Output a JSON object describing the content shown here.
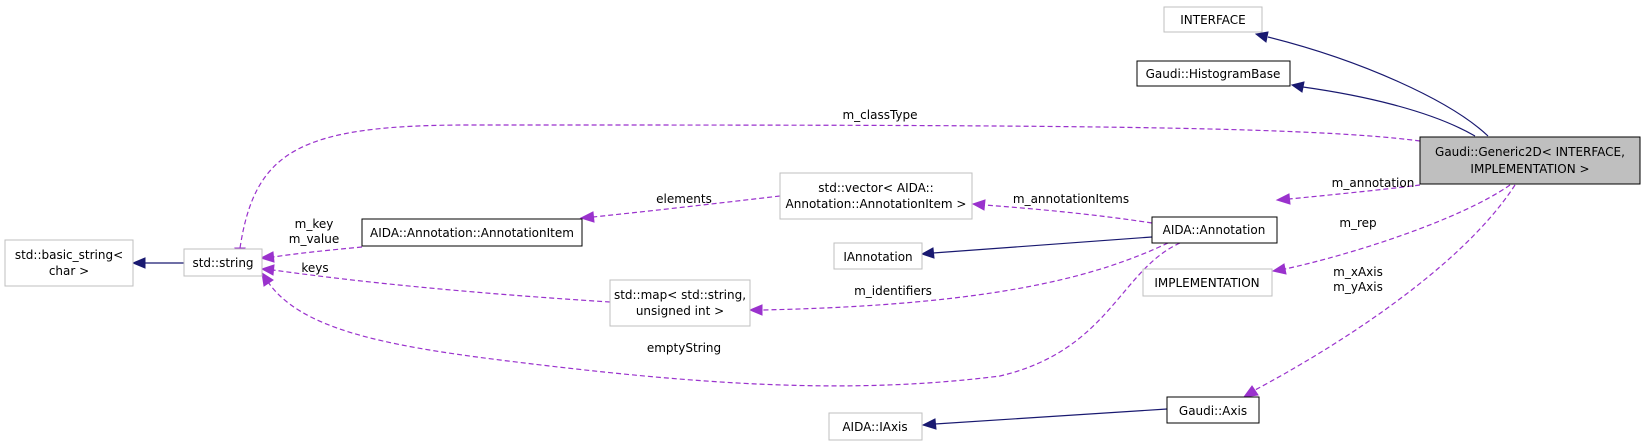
{
  "nodes": {
    "interface": "INTERFACE",
    "histogram_base": "Gaudi::HistogramBase",
    "generic2d_line1": "Gaudi::Generic2D< INTERFACE,",
    "generic2d_line2": "IMPLEMENTATION >",
    "std_basic_string_line1": "std::basic_string<",
    "std_basic_string_line2": "char >",
    "std_string": "std::string",
    "annotation_item": "AIDA::Annotation::AnnotationItem",
    "std_vector_line1": "std::vector< AIDA::",
    "std_vector_line2": "Annotation::AnnotationItem >",
    "aida_annotation": "AIDA::Annotation",
    "iannotation": "IAnnotation",
    "implementation": "IMPLEMENTATION",
    "std_map_line1": "std::map< std::string,",
    "std_map_line2": "unsigned int >",
    "gaudi_axis": "Gaudi::Axis",
    "aida_iaxis": "AIDA::IAxis"
  },
  "edge_labels": {
    "m_classType": "m_classType",
    "m_annotation": "m_annotation",
    "m_rep": "m_rep",
    "m_xAxis": "m_xAxis",
    "m_yAxis": "m_yAxis",
    "elements": "elements",
    "m_annotationItems": "m_annotationItems",
    "m_key": "m_key",
    "m_value": "m_value",
    "keys": "keys",
    "m_identifiers": "m_identifiers",
    "emptyString": "emptyString"
  },
  "colors": {
    "inheritance_edge": "#191970",
    "usage_edge": "#9a32cd",
    "focus_node_fill": "#bfbfbf",
    "documented_border": "#000000",
    "undocumented_border": "#bfbfbf"
  }
}
